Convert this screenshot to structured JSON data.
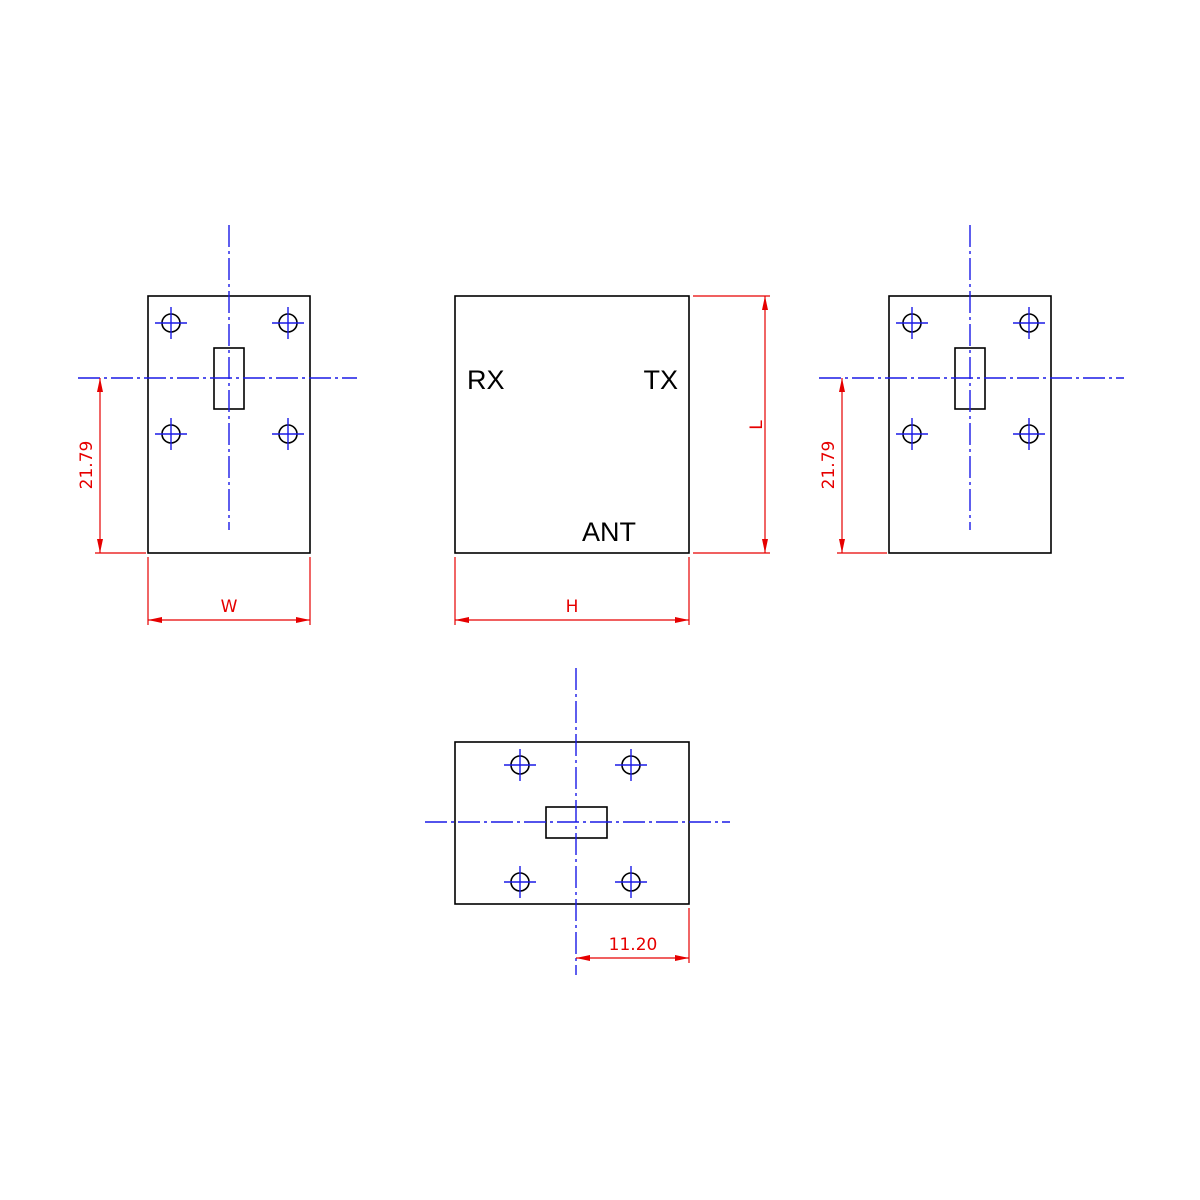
{
  "ports": {
    "rx": "RX",
    "tx": "TX",
    "ant": "ANT"
  },
  "dimensions": {
    "left_height": "21.79",
    "right_height": "21.79",
    "width": "W",
    "height": "H",
    "length": "L",
    "bottom_offset": "11.20"
  },
  "colors": {
    "outline": "#000000",
    "centerline": "#1a1ae6",
    "dimension": "#e60000"
  }
}
